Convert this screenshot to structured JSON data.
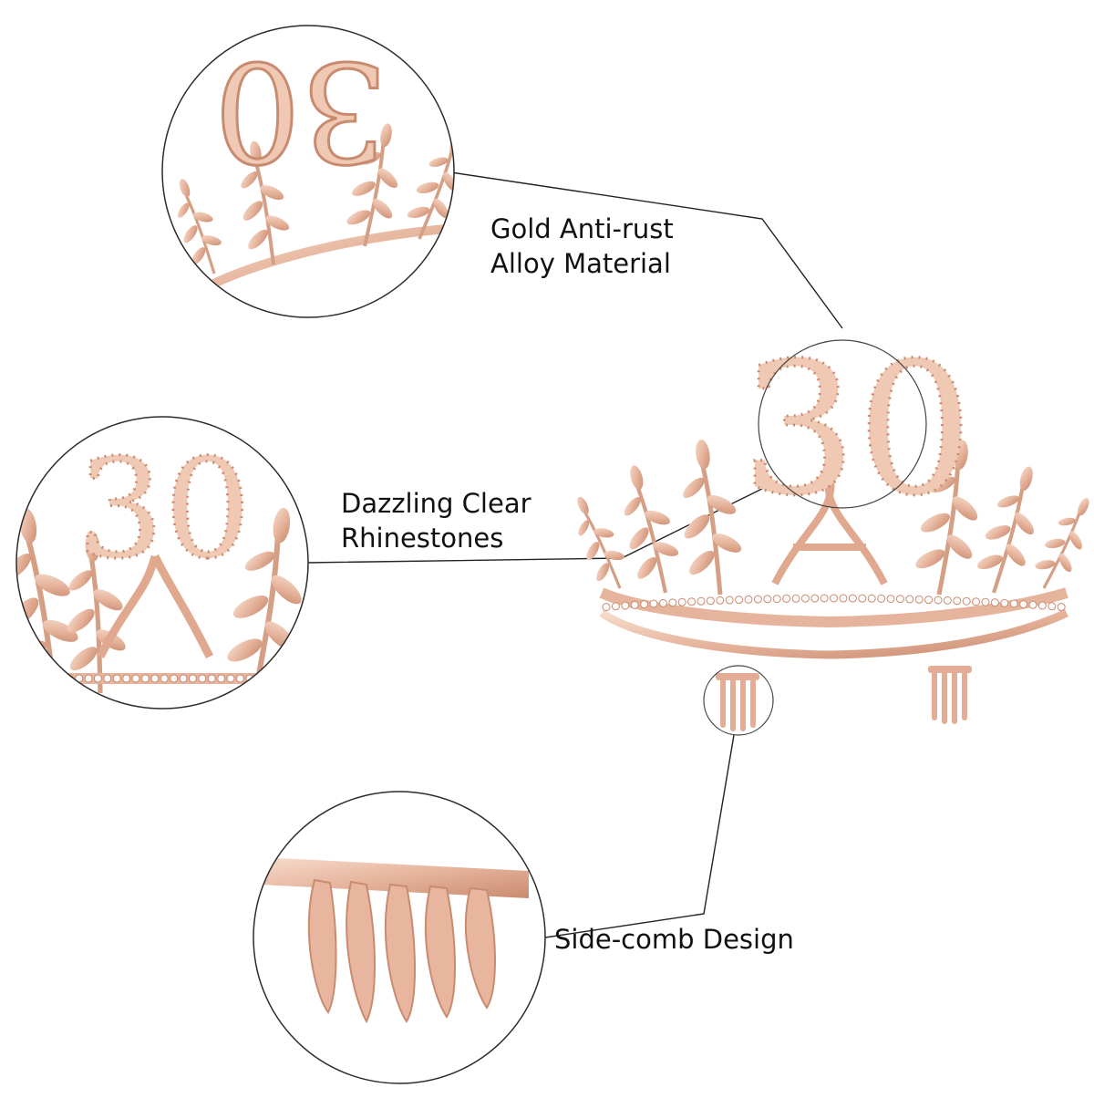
{
  "callouts": {
    "material": {
      "line1": "Gold Anti-rust",
      "line2": "Alloy Material"
    },
    "rhinestones": {
      "line1": "Dazzling Clear",
      "line2": "Rhinestones"
    },
    "comb": {
      "line1": "Side-comb Design"
    }
  },
  "tiara_number": "30",
  "colors": {
    "rose_gold": "#e6b49c",
    "rose_gold_dark": "#c98b70",
    "rose_gold_light": "#f4d6c7",
    "rhinestone": "#fbfbfb",
    "circle_stroke": "#2b2b2b",
    "leader_line": "#222222"
  }
}
